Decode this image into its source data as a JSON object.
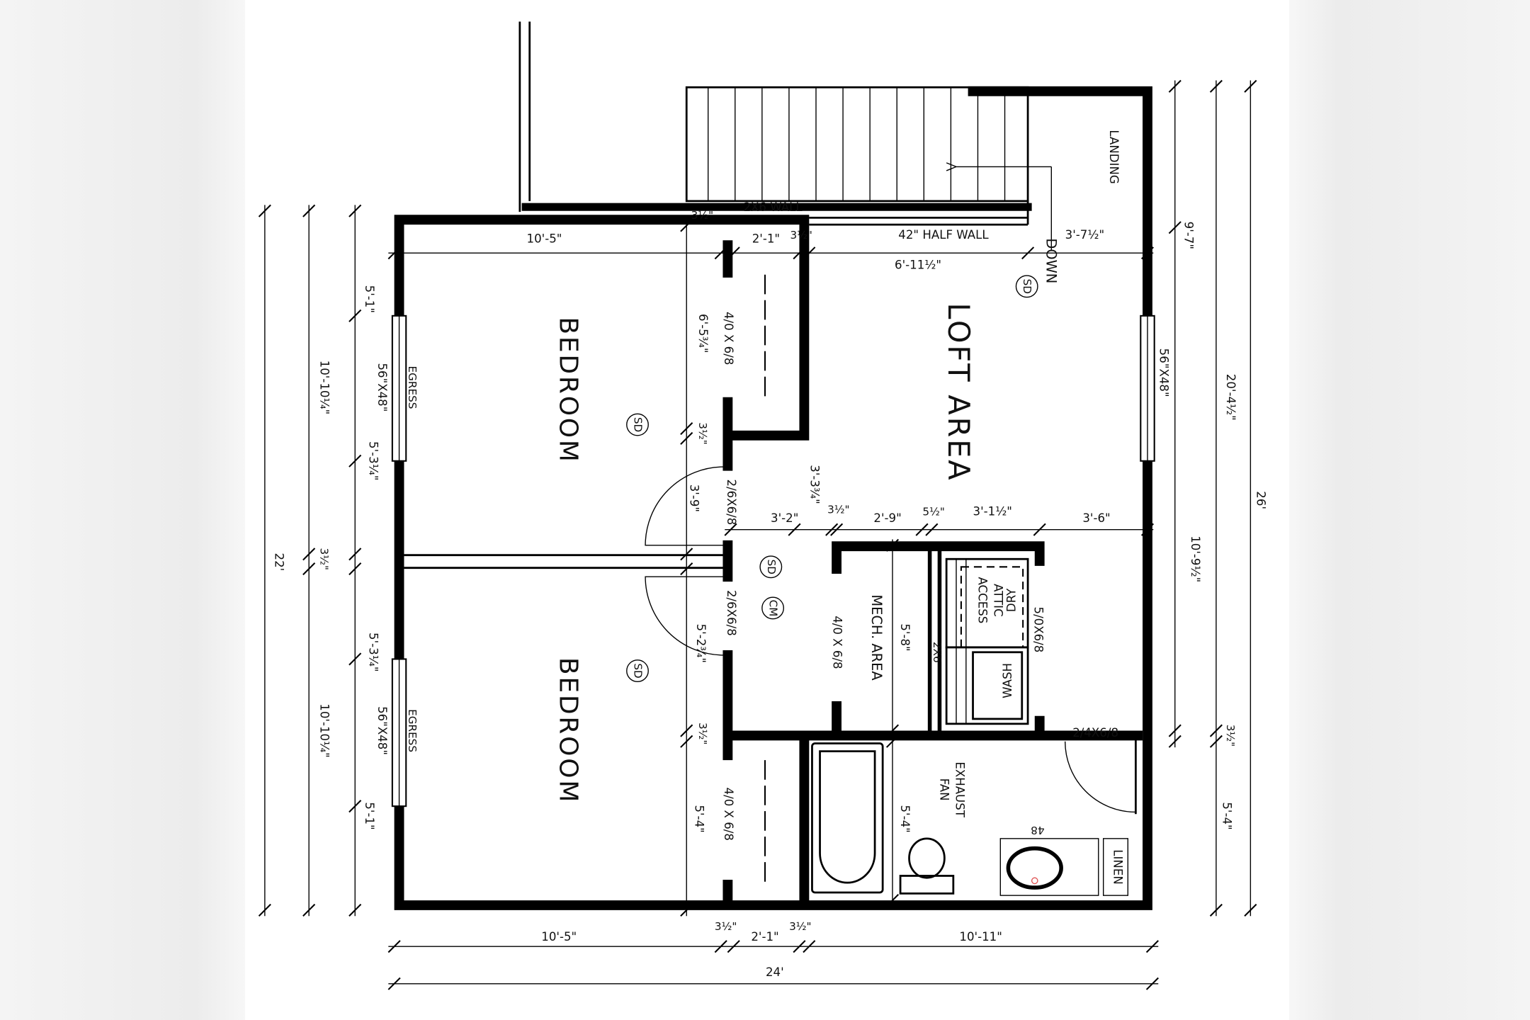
{
  "rooms": {
    "bedroom_upper": "BEDROOM",
    "bedroom_lower": "BEDROOM",
    "loft": "LOFT AREA",
    "mech": "MECH. AREA",
    "landing": "LANDING",
    "down": "DOWN",
    "linen": "LINEN"
  },
  "notes": {
    "wall_2x6": "2X6 WALL",
    "half_wall": "42\" HALF WALL",
    "egress": "EGRESS",
    "attic": "ATTIC",
    "access": "ACCESS",
    "dry": "DRY",
    "wash": "WASH",
    "exhaust": "EXHAUST",
    "fan": "FAN",
    "mech_2x6": "2X6",
    "sink_size": "48"
  },
  "symbols": {
    "smoke_detector": "SD",
    "co_monitor": "CM"
  },
  "doors": {
    "closet_upper": "4/0 X 6/8",
    "bed_upper_door": "2/6X6/8",
    "bed_lower_door": "2/6X6/8",
    "mech_door": "4/0 X 6/8",
    "laundry": "5/0X6/8",
    "closet_lower": "4/0 X 6/8",
    "bath": "2/4X6/8"
  },
  "windows": {
    "left_upper": "56\"X48\"",
    "left_lower": "56\"X48\"",
    "right": "56\"X48\""
  },
  "dimensions": {
    "top_left": "10'-5\"",
    "top_wall_a": "3½\"",
    "top_closet": "2'-1\"",
    "top_wall_b": "3½\"",
    "loft_width": "6'-11½\"",
    "stair_offset": "3'-7½\"",
    "closet_upper_depth": "6'-5¾\"",
    "wall_upper": "3½\"",
    "door_swing_upper": "3'-9\"",
    "hall_3_3": "3'-3¾\"",
    "hall_3_2": "3'-2\"",
    "hall_wall": "3½\"",
    "mech_2_9": "2'-9\"",
    "mech_5_half": "5½\"",
    "laundry_3_1": "3'-1½\"",
    "loft_3_6": "3'-6\"",
    "mech_5_8": "5'-8\"",
    "hall_5_2": "5'-2¾\"",
    "wall_lower": "3½\"",
    "closet_lower_depth": "5'-4\"",
    "bath_5_4": "5'-4\"",
    "left_5_1_top": "5'-1\"",
    "left_10_10_top": "10'-10¼\"",
    "left_5_3_top": "5'-3¼\"",
    "left_22": "22'",
    "left_wall": "3½\"",
    "left_5_3_bot": "5'-3¼\"",
    "left_10_10_bot": "10'-10¼\"",
    "left_5_1_bot": "5'-1\"",
    "right_9_7": "9'-7\"",
    "right_20_4": "20'-4½\"",
    "right_26": "26'",
    "right_10_9": "10'-9½\"",
    "right_wall": "3½\"",
    "right_5_4": "5'-4\"",
    "bot_10_5": "10'-5\"",
    "bot_wall_a": "3½\"",
    "bot_2_1": "2'-1\"",
    "bot_wall_b": "3½\"",
    "bot_10_11": "10'-11\"",
    "bot_24": "24'"
  }
}
